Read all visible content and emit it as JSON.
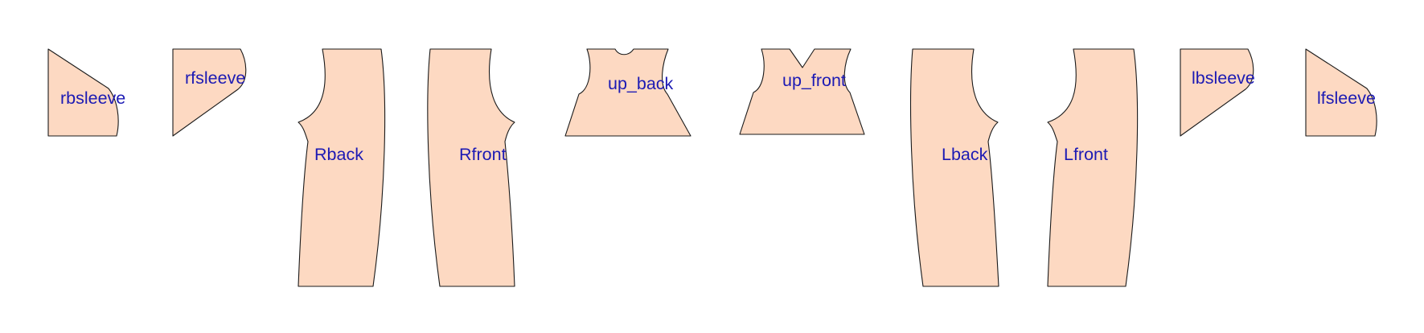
{
  "colors": {
    "piece_fill": "#fdd9c2",
    "piece_stroke": "#1a1a1a",
    "label_color": "#1c1ab4",
    "background": "#ffffff"
  },
  "pieces": [
    {
      "id": "rbsleeve",
      "label": "rbsleeve"
    },
    {
      "id": "rfsleeve",
      "label": "rfsleeve"
    },
    {
      "id": "Rback",
      "label": "Rback"
    },
    {
      "id": "Rfront",
      "label": "Rfront"
    },
    {
      "id": "up_back",
      "label": "up_back"
    },
    {
      "id": "up_front",
      "label": "up_front"
    },
    {
      "id": "Lback",
      "label": "Lback"
    },
    {
      "id": "Lfront",
      "label": "Lfront"
    },
    {
      "id": "lbsleeve",
      "label": "lbsleeve"
    },
    {
      "id": "lfsleeve",
      "label": "lfsleeve"
    }
  ]
}
